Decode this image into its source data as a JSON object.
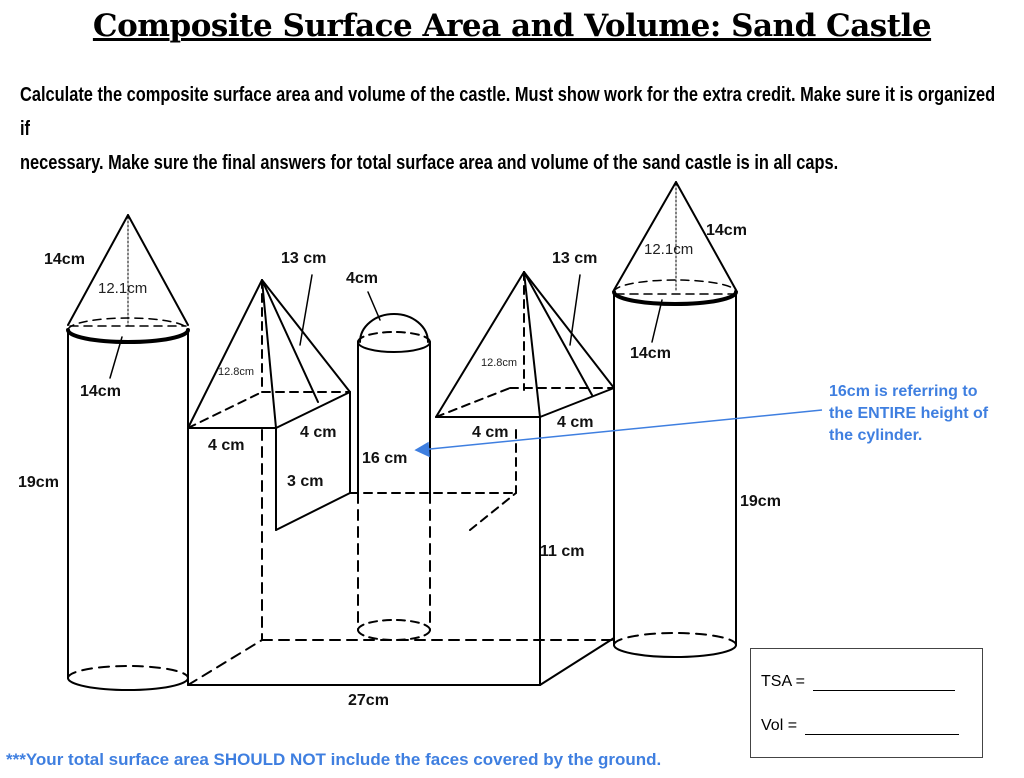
{
  "title": "Composite Surface Area and Volume: Sand Castle",
  "instructions": {
    "line1": "Calculate the composite surface area and volume of the castle. Must show work for the extra credit. Make sure it is organized if",
    "line2": "necessary. Make sure the final answers for total surface area and volume of the sand castle is in all caps."
  },
  "labels": {
    "left_cone_slant": "14cm",
    "left_cone_height": "12.1cm",
    "left_cyl_diameter": "14cm",
    "left_cyl_height": "19cm",
    "left_pyr_slant": "13 cm",
    "left_pyr_height": "12.8cm",
    "left_prism_side": "4 cm",
    "left_prism_depth": "4 cm",
    "left_prism_height": "3 cm",
    "dome_diameter": "4cm",
    "mid_cyl_height": "16 cm",
    "right_pyr_slant": "13 cm",
    "right_pyr_height": "12.8cm",
    "right_prism_side": "4 cm",
    "right_prism_depth": "4 cm",
    "right_base_height": "11 cm",
    "right_cone_slant": "14cm",
    "right_cone_height": "12.1cm",
    "right_cyl_diameter": "14cm",
    "right_cyl_height": "19cm",
    "base_length": "27cm"
  },
  "note": {
    "line1": "16cm is referring to",
    "line2": "the ENTIRE height of",
    "line3": "the cylinder."
  },
  "answers": {
    "tsa_label": "TSA = ",
    "vol_label": "Vol = "
  },
  "footer": "***Your total surface area SHOULD NOT include the faces covered by the ground.",
  "colors": {
    "accent": "#3f7fe0",
    "ink": "#000000"
  }
}
